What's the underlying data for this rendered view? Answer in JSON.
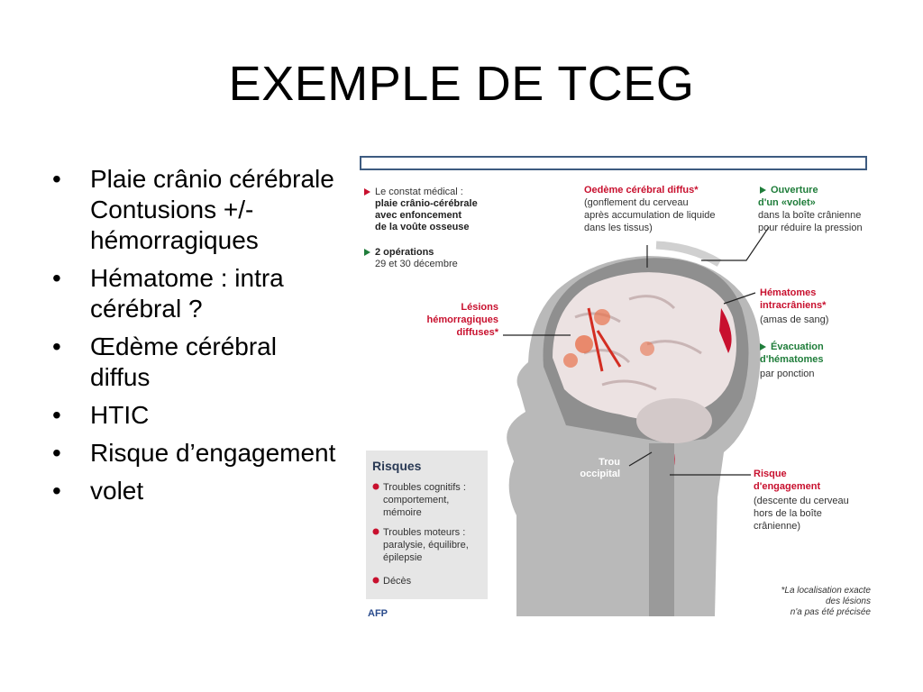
{
  "slide": {
    "title": "EXEMPLE DE TCEG",
    "bullets": [
      "Plaie crânio cérébrale Contusions +/- hémorragiques",
      "Hématome : intra cérébral ?",
      "Œdème cérébral diffus",
      "HTIC",
      "Risque d’engagement",
      "volet"
    ]
  },
  "figure": {
    "constat": [
      "Le constat médical :",
      "plaie crânio-cérébrale",
      "avec enfoncement",
      "de la voûte osseuse"
    ],
    "operations": [
      "2 opérations",
      "29 et 30 décembre"
    ],
    "oedeme": [
      "Oedème cérébral diffus*",
      "(gonflement du cerveau",
      "après accumulation de liquide",
      "dans les tissus)"
    ],
    "ouverture": [
      "Ouverture",
      "d'un «volet»",
      "dans la boîte crânienne",
      "pour réduire la pression"
    ],
    "hematomes": [
      "Hématomes",
      "intracrâniens*",
      "(amas de sang)"
    ],
    "evacuation": [
      "Évacuation",
      "d'hématomes",
      "par ponction"
    ],
    "lesions": [
      "Lésions",
      "hémorragiques",
      "diffuses*"
    ],
    "trou": [
      "Trou",
      "occipital"
    ],
    "risques": {
      "title": "Risques",
      "items": [
        [
          "Troubles cognitifs :",
          "comportement,",
          "mémoire"
        ],
        [
          "Troubles moteurs :",
          "paralysie, équilibre,",
          "épilepsie"
        ],
        [
          "Décès"
        ]
      ]
    },
    "engagement": [
      "Risque",
      "d'engagement",
      "(descente du cerveau",
      "hors de la boîte",
      "crânienne)"
    ],
    "footnote": [
      "*La localisation exacte",
      "des lésions",
      "n'a pas été précisée"
    ],
    "credit": "AFP",
    "colors": {
      "red": "#c8102e",
      "green": "#1f7d3a",
      "frame": "#3d5b80"
    }
  }
}
